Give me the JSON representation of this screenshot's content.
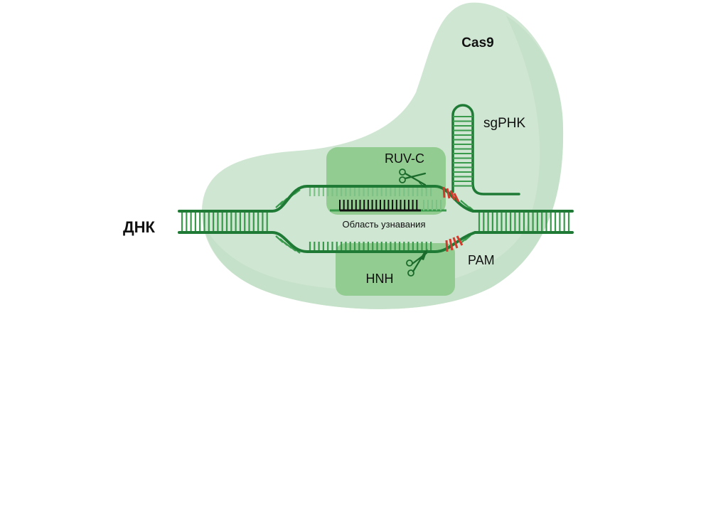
{
  "labels": {
    "cas9": "Cas9",
    "sgrna": "sgPHK",
    "ruvc": "RUV-C",
    "hnh": "HNH",
    "dna": "ДНК",
    "recognition": "Область узнавания",
    "pam": "PAM"
  },
  "colors": {
    "cas9_body": "#cfe6d2",
    "cas9_shade": "#c1dec5",
    "domain_box": "#93cc91",
    "dna_strand": "#1e7a35",
    "dna_rung": "#3a9a4c",
    "dna_rung_light": "#7cc287",
    "guide_rna": "#111111",
    "pam": "#d33a2c",
    "scissors": "#1a6a2c"
  },
  "icons": [
    "scissors-icon"
  ]
}
